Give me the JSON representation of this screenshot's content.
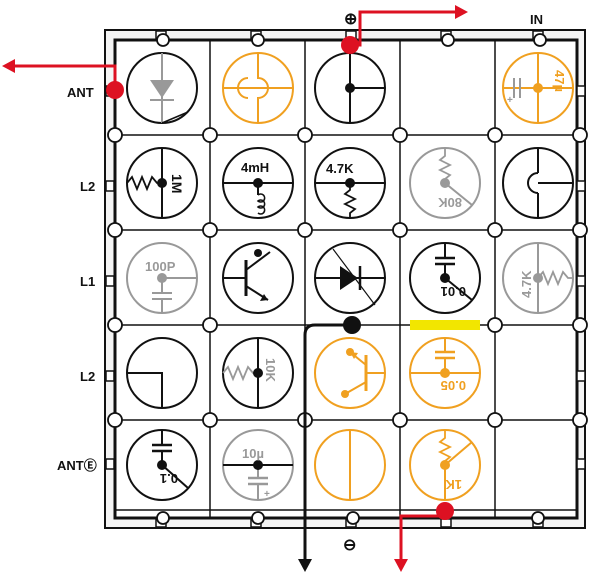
{
  "colors": {
    "ink": "#111111",
    "orange": "#f0a020",
    "grey": "#9a9a9a",
    "red": "#dd1122",
    "yellow": "#f2e600",
    "board_fill": "#f4f4f4"
  },
  "labels": {
    "plus_terminal": "⊕",
    "minus_terminal": "⊖",
    "in": "IN",
    "ant": "ANT",
    "l2_top": "L2",
    "l1": "L1",
    "l2_bottom": "L2",
    "ant_ground": "ANTⒺ"
  },
  "components": {
    "r1c5_cap_value": "47µ",
    "r1c5_plus": "+",
    "r2c1_resistor_value": "1M",
    "r2c2_inductor_value": "4mH",
    "r2c3_resistor_value": "4.7K",
    "r2c4_resistor_value": "80K",
    "r3c1_cap_value": "100P",
    "r3c4_cap_value": "0.01",
    "r3c5_resistor_value": "4.7K",
    "r4c2_resistor_value": "10K",
    "r4c4_cap_value": "0.05",
    "r5c1_cap_value": "0.1",
    "r5c2_cap_value": "10µ",
    "r5c2_plus": "+",
    "r5c4_resistor_value": "1K"
  }
}
